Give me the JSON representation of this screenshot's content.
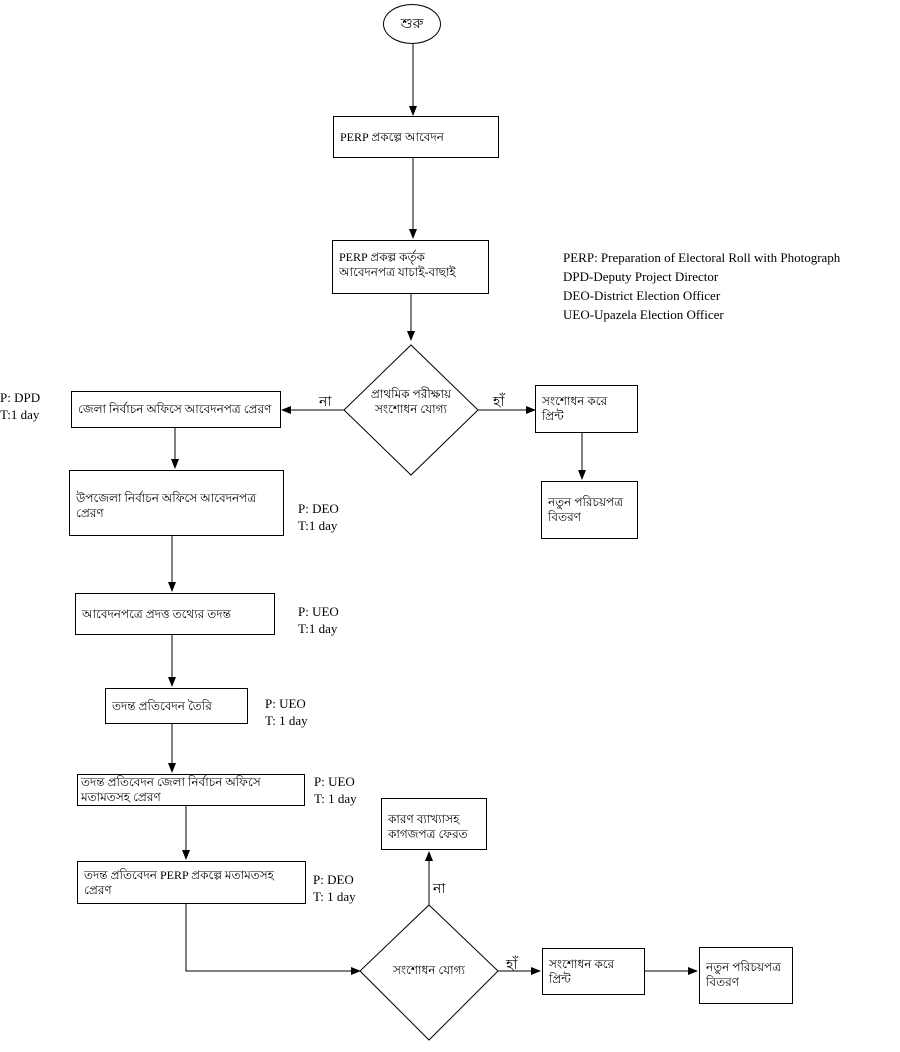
{
  "start": "শুরু",
  "steps": {
    "apply": "PERP প্রকল্পে আবেদন",
    "screen": "PERP প্রকল্প কর্তৃক আবেদনপত্র যাচাই-বাছাই",
    "send_district": "জেলা নির্বাচন অফিসে আবেদনপত্র প্রেরণ",
    "send_upazila": "উপজেলা নির্বাচন অফিসে আবেদনপত্র প্রেরণ",
    "investigate": "আবেদনপত্রে প্রদত্ত তথ্যের তদন্ত",
    "prepare_report": "তদন্ত প্রতিবেদন তৈরি",
    "report_to_district": "তদন্ত প্রতিবেদন জেলা নির্বাচন অফিসে মতামতসহ প্রেরণ",
    "report_to_perp": "তদন্ত প্রতিবেদন PERP প্রকল্পে মতামতসহ প্রেরণ",
    "correct_print_1": "সংশোধন করে প্রিন্ট",
    "new_card_1": "নতুন পরিচয়পত্র বিতরণ",
    "return_docs": "কারণ ব্যাখ্যাসহ কাগজপত্র ফেরত",
    "correct_print_2": "সংশোধন করে প্রিন্ট",
    "new_card_2": "নতুন পরিচয়পত্র বিতরণ"
  },
  "decisions": {
    "initial_check": "প্রাথমিক পরীক্ষায় সংশোধন যোগ্য",
    "final_check": "সংশোধন যোগ্য"
  },
  "edge_labels": {
    "no_1": "না",
    "yes_1": "হাঁ",
    "no_2": "না",
    "yes_2": "হাঁ"
  },
  "responsibility": [
    {
      "p": "P: DPD",
      "t": "T:1 day"
    },
    {
      "p": "P: DEO",
      "t": "T:1 day"
    },
    {
      "p": "P: UEO",
      "t": "T:1 day"
    },
    {
      "p": "P: UEO",
      "t": "T: 1 day"
    },
    {
      "p": "P: UEO",
      "t": "T: 1 day"
    },
    {
      "p": "P: DEO",
      "t": "T: 1 day"
    }
  ],
  "legend": [
    "PERP: Preparation of Electoral Roll with Photograph",
    "DPD-Deputy Project Director",
    "DEO-District Election Officer",
    "UEO-Upazela Election Officer"
  ]
}
